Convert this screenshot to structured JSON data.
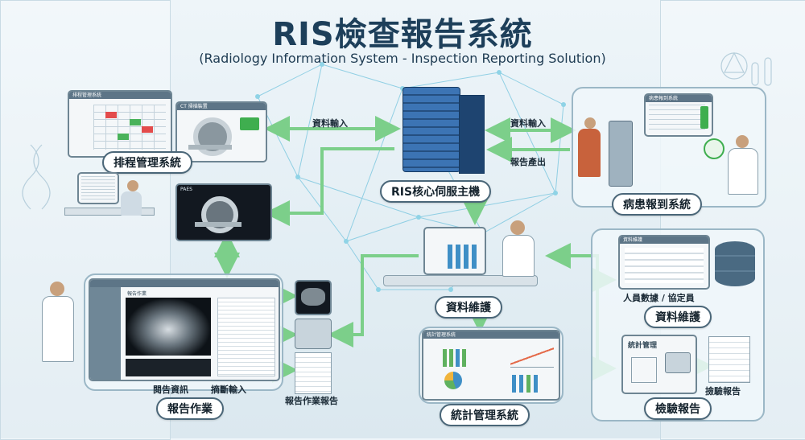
{
  "header": {
    "title": "RIS檢查報告系統",
    "subtitle": "(Radiology Information System - Inspection Reporting Solution)"
  },
  "nodes": {
    "scheduling": "排程管理系統",
    "server": "RIS核心伺服主機",
    "checkin": "病患報到系統",
    "reporting": "報告作業",
    "maintenance_center": "資料維護",
    "statistics": "統計管理系統",
    "maintenance_right": "資料維護",
    "lab_report": "檢驗報告"
  },
  "edges": {
    "input_left": "資料輸入",
    "input_right": "資料輸入",
    "report_out": "報告產出",
    "staff": "人員數據 / 協定員",
    "stats_mgmt": "統計管理",
    "image_info": "閱告資訊",
    "diag_input": "摘斷輸入",
    "report_doc": "報告作業報告",
    "lab_doc": "撿驗報告"
  },
  "screens": {
    "schedule_title": "排程管理系統",
    "ct_title": "CT 掃描裝置",
    "pacs_title": "PAES",
    "checkin_title": "病患報到系統",
    "report_tab": "報告作業",
    "stats_title": "統計管理系統",
    "info_title": "資料維護"
  },
  "colors": {
    "accent": "#2b4f6c",
    "link_green": "#7ccf8a",
    "network": "#5fb9d3"
  }
}
